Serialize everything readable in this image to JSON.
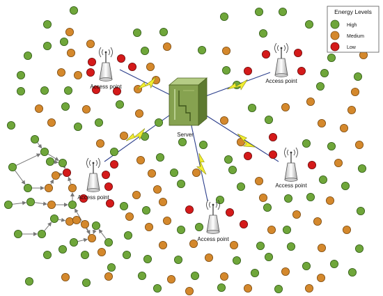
{
  "labels": {
    "server": "Server",
    "access_point": "Access point"
  },
  "legend": {
    "title": "Energy Levels",
    "items": [
      {
        "key": "high",
        "label": "High"
      },
      {
        "key": "medium",
        "label": "Medium"
      },
      {
        "key": "low",
        "label": "Low"
      }
    ]
  },
  "colors": {
    "high": "#6fa63a",
    "high_stroke": "#2f5a14",
    "medium": "#d4882c",
    "medium_stroke": "#7a4a10",
    "low": "#d41a1a",
    "low_stroke": "#6e0a0a",
    "link": "#2c3f8c",
    "bolt": "#f2ee30",
    "bolt_stroke": "#8a8a10",
    "arrow": "#777777",
    "server_front": "#86a250",
    "server_side": "#5d7a30",
    "server_top": "#b5cc85"
  },
  "icons": {
    "server": "server-tower-icon",
    "access_point": "antenna-tower-icon",
    "wireless_link": "lightning-bolt-icon"
  }
}
